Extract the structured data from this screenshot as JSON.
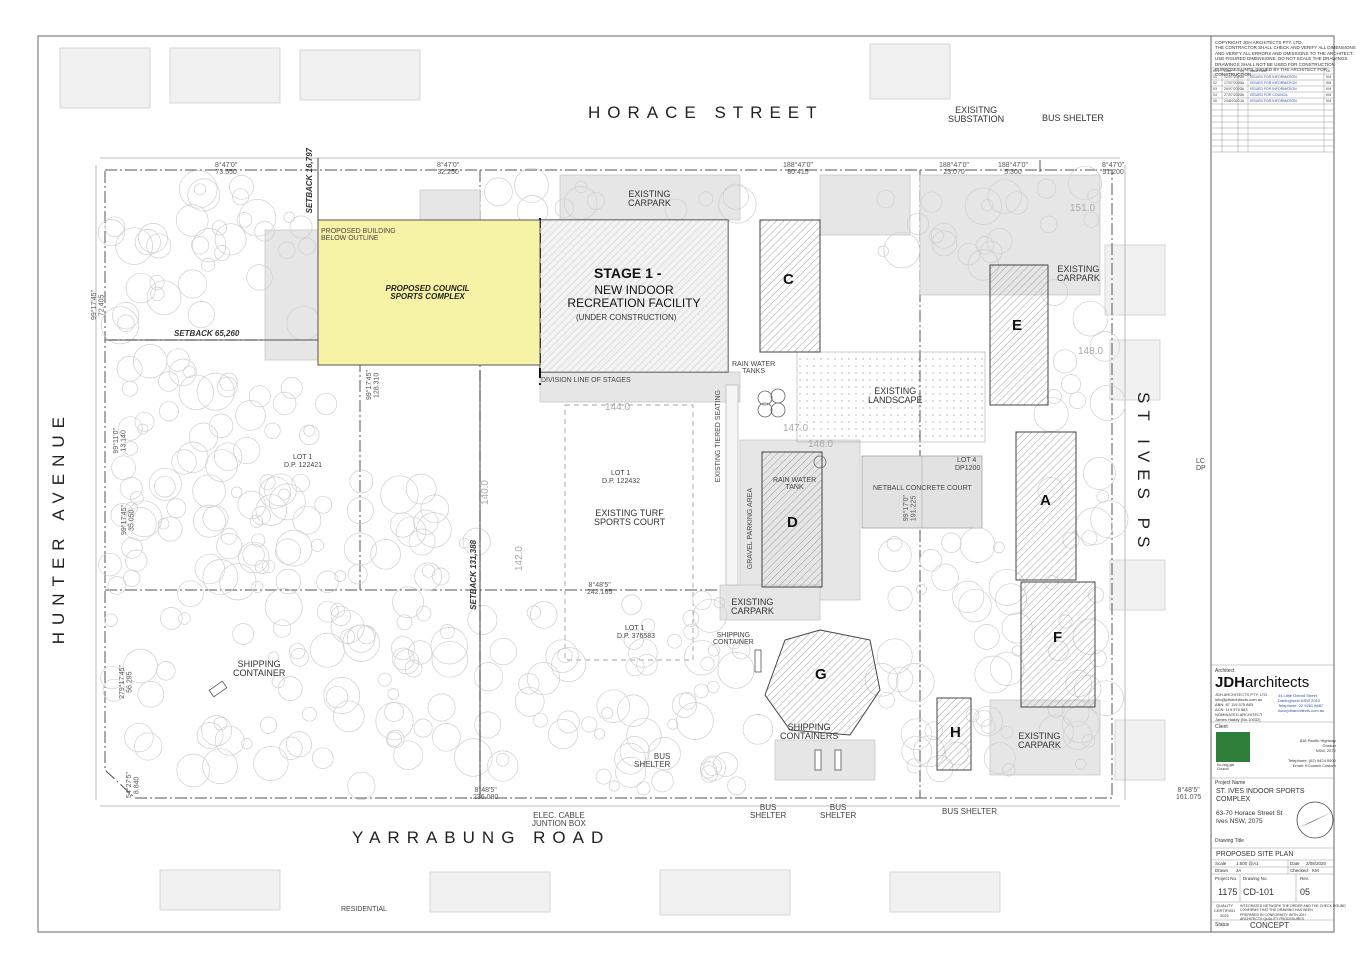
{
  "streets": {
    "north": "HORACE STREET",
    "west": "HUNTER AVENUE",
    "south": "YARRABUNG ROAD",
    "east": "ST IVES PS"
  },
  "labels": {
    "existing_substation": "EXISITNG\nSUBSTATION",
    "bus_shelter_ne": "BUS SHELTER",
    "existing_carpark_n": "EXISTING\nCARPARK",
    "existing_carpark_ne": "EXISTING\nCARPARK",
    "existing_carpark_mid": "EXISTING\nCARPARK",
    "existing_carpark_se": "EXISTING\nCARPARK",
    "setback_north": "SETBACK 16,797",
    "setback_west": "SETBACK 65,260",
    "setback_mid": "SETBACK 131,388",
    "proposed_building_outline": "PROPOSED BUILDING\nBELOW OUTLINE",
    "proposed_council": "PROPOSED COUNCIL\nSPORTS COMPLEX",
    "stage1_title": "STAGE 1 -",
    "stage1_name": "NEW INDOOR\nRECREATION FACILITY",
    "stage1_status": "(UNDER CONSTRUCTION)",
    "division_line": "DIVISION LINE OF STAGES",
    "rain_water_tanks": "RAIN WATER\nTANKS",
    "rain_water_tank": "RAIN WATER\nTANK",
    "existing_landscape": "EXISTING\nLANDSCAPE",
    "lot1_west": "LOT 1",
    "lot1_west_dp": "D.P. 122421",
    "lot1_mid": "LOT 1",
    "lot1_mid_dp": "D.P. 122432",
    "lot1_south": "LOT 1",
    "lot1_south_dp": "D.P. 376583",
    "lot4": "LOT 4",
    "lot4_dp": "DP1200",
    "turf_court": "EXISTING TURF\nSPORTS COURT",
    "tiered_seating": "EXISTING TIERED SEATING",
    "gravel_parking": "GRAVEL PARKING AREA",
    "netball_court": "NETBALL CONCRETE COURT",
    "shipping_container_w": "SHIPPING\nCONTAINER",
    "shipping_container_mid": "SHIPPING\nCONTAINER",
    "shipping_containers": "SHIPPING\nCONTAINERS",
    "bus_shelter_s": "BUS\nSHELTER",
    "bus_shelter_s2": "BUS\nSHELTER",
    "bus_shelter_s3": "BUS\nSHELTER",
    "bus_shelter_se": "BUS SHELTER",
    "elec_cable": "ELEC. CABLE\nJUNTION BOX",
    "residential": "RESIDENTIAL",
    "lot_east_edge": "LC\nDP",
    "bearing_n1": "8°47'0\"\n73.550",
    "bearing_n2": "8°47'0\"\n32.250",
    "bearing_n3": "188°47'0\"\n80.415",
    "bearing_n4": "188°47'0\"\n23.070",
    "bearing_n5": "188°47'0\"\n5.300",
    "bearing_n6": "8°47'0\"\n51.200",
    "bearing_mid1": "8°48'5\"\n242.165",
    "bearing_s1": "8°48'5\"\n236.080",
    "bearing_se": "8°48'5\"\n161.075",
    "bearing_netball": "99°17'0\"\n191.225",
    "bearing_stage": "99°17'45\"\n128.310",
    "bearing_w1": "99°17'45\"\n72.405",
    "bearing_w2": "99°11'0\"\n13.140",
    "bearing_w3": "99°17'45\"\n35.050",
    "bearing_w4": "279°17'45\"\n56.295",
    "bearing_w5": "54°27'5\"\n8.840",
    "contour_151": "151.0",
    "contour_148": "148.0",
    "contour_147": "147.0",
    "contour_146": "146.0",
    "contour_144": "144.0",
    "contour_142": "142.0",
    "contour_140": "140.0"
  },
  "buildings": {
    "C": "C",
    "D": "D",
    "E": "E",
    "A": "A",
    "F": "F",
    "G": "G",
    "H": "H"
  },
  "title_block": {
    "copyright": "COPYRIGHT JDH ARCHITECTS PTY. LTD.\nTHE CONTRACTOR SHALL CHECK AND VERIFY ALL DIMENSIONS\nAND VERIFY ALL ERRORS AND OMISSIONS TO THE ARCHITECT.\nUSE FIGURED DIMENSIONS. DO NOT SCALE THE DRAWINGS.\nDRAWINGS SHALL NOT BE USED FOR CONSTRUCTION\nPURPOSES UNTIL ISSUED BY THE ARCHITECT FOR\nCONSTRUCTION.",
    "rev_header": [
      "Rev",
      "Date",
      "By",
      "Issue Note",
      "Ck"
    ],
    "revisions": [
      [
        "01",
        "12/07/2020",
        "JA",
        "ISSUED FOR INFORMATION",
        "KM"
      ],
      [
        "02",
        "17/07/2020",
        "JA",
        "ISSUED FOR INFORMATION",
        "KM"
      ],
      [
        "03",
        "26/07/2020",
        "JA",
        "ISSUED FOR INFORMATION",
        "KM"
      ],
      [
        "04",
        "27/07/2020",
        "JA",
        "ISSUED FOR COUNCIL",
        "KM"
      ],
      [
        "05",
        "2/08/2020",
        "JA",
        "ISSUED FOR INFORMATION",
        "KM"
      ]
    ],
    "architect_label": "Architect",
    "logo_bold": "JDH",
    "logo_rest": "architects",
    "firm_details": "JDH ARCHITECTS PTY. LTD\ninfo@jdharchitects.com.au\nABN: 87 119 575 883\nACN: 119 575 883\nNOMINATED ARCHITECT\nJames Haddy (No.10032)",
    "firm_address": "44 Little Oxford Street\nDarlinghurst NSW 2010\nTelephone: 02 9281 8687\nwww.jdharchitects.com.au",
    "client_label": "Client",
    "client_name": "Ku-ring-gai\nCouncil",
    "client_address": "818 Pacific Highway\nGordon\nNSW, 2072\n\nTelephone: (02) 9424 0000\nEmail: KCouncil Custom",
    "project_name_label": "Project Name",
    "project_name": "ST. IVES INDOOR SPORTS\nCOMPLEX",
    "project_address": "63-70 Horace Street St\nIves NSW, 2075",
    "drawing_title_label": "Drawing Title",
    "drawing_title": "PROPOSED SITE PLAN",
    "scale_label": "Scale",
    "scale": "1:500 @A1",
    "date_label": "Date",
    "date": "2/08/2020",
    "drawn_label": "Drawn",
    "drawn": "JA",
    "checked_label": "Checked",
    "checked": "KM",
    "project_no_label": "Project No.",
    "project_no": "1175",
    "drawing_no_label": "Drawing No.",
    "drawing_no": "CD-101",
    "rev_label": "Rev.",
    "rev": "05",
    "quality_cert": "QUALITY\nCERTIFIED\n2021",
    "quality_note": "INTEGRATED NETWORK THE ORDER AND THE CHECK ROUND\nCONFIRMS THAT THE DRAWING HAS BEEN\nPREPARED IN CONFORMITY WITH JDH\nARCHITECTS QUALITY PROCEDURES",
    "status_label": "Status",
    "status": "CONCEPT"
  },
  "colors": {
    "proposed_fill": "#f7f3a6",
    "existing_building": "#d9d9d9",
    "hatch": "#8a8a8a",
    "paving": "#e4e4e4",
    "line": "#555555",
    "logo_green": "#2f7f3a"
  }
}
